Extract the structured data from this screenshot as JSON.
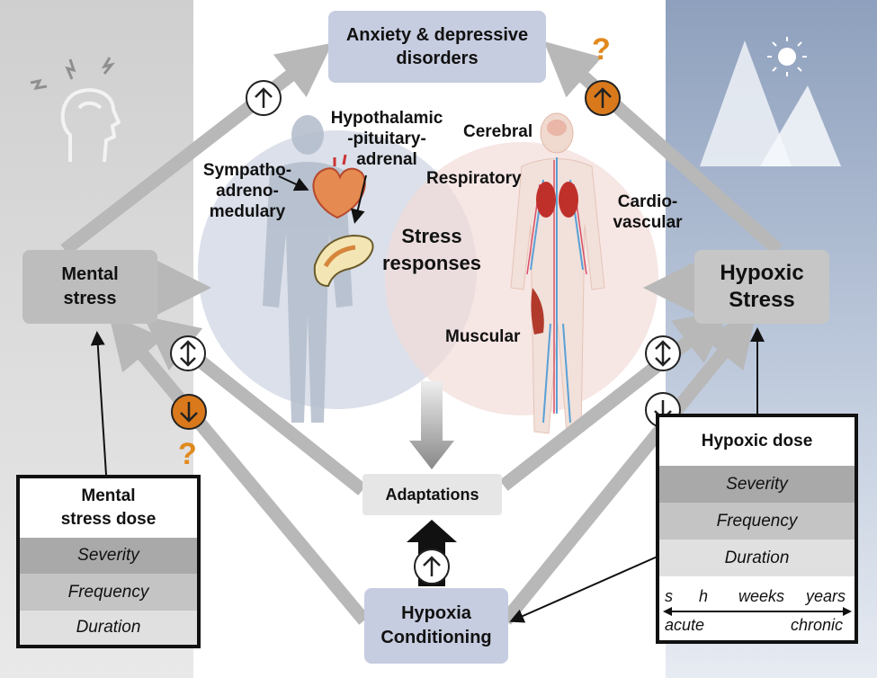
{
  "top_box": {
    "line1": "Anxiety & depressive",
    "line2": "disorders"
  },
  "mental_stress": {
    "line1": "Mental",
    "line2": "stress"
  },
  "hypoxic_stress": {
    "line1": "Hypoxic",
    "line2": "Stress"
  },
  "stress_responses": {
    "line1": "Stress",
    "line2": "responses"
  },
  "labels": {
    "hpa1": "Hypothalamic",
    "hpa2": "-pituitary-",
    "hpa3": "adrenal",
    "sam1": "Sympatho-",
    "sam2": "adreno-",
    "sam3": "medulary",
    "cerebral": "Cerebral",
    "respiratory": "Respiratory",
    "cardio1": "Cardio-",
    "cardio2": "vascular",
    "muscular": "Muscular"
  },
  "adaptations": "Adaptations",
  "hypoxia_conditioning": {
    "line1": "Hypoxia",
    "line2": "Conditioning"
  },
  "question_mark": "?",
  "mental_dose": {
    "title1": "Mental",
    "title2": "stress dose",
    "rows": [
      "Severity",
      "Frequency",
      "Duration"
    ]
  },
  "hypoxic_dose": {
    "title": "Hypoxic dose",
    "rows": [
      "Severity",
      "Frequency",
      "Duration"
    ],
    "scale": {
      "s": "s",
      "h": "h",
      "weeks": "weeks",
      "years": "years",
      "acute": "acute",
      "chronic": "chronic"
    }
  },
  "colors": {
    "orange": "#d9791c",
    "arrow_gray": "#b8b8b8",
    "box_gray": "#c6c6c6",
    "box_blue": "#c7cde0"
  }
}
